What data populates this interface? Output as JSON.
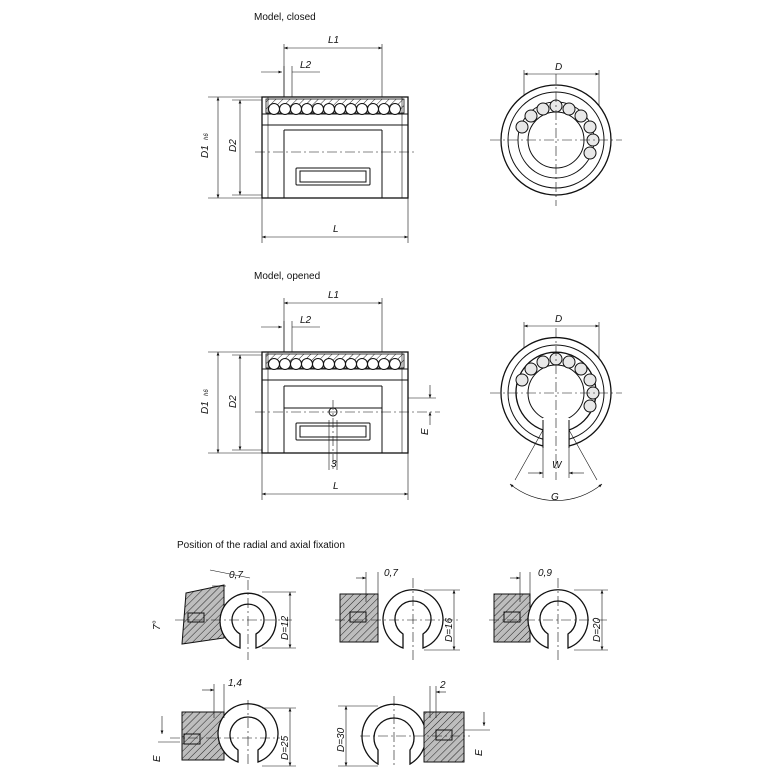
{
  "captions": {
    "closed": "Model, closed",
    "opened": "Model, opened",
    "fixation": "Position of the radial and axial fixation"
  },
  "dims": {
    "L1": "L1",
    "L2": "L2",
    "L": "L",
    "D1": "D1",
    "h6": "h6",
    "D2": "D2",
    "D": "D",
    "E": "E",
    "W": "W",
    "G": "G",
    "three": "3"
  },
  "fixation": {
    "d12": {
      "offset": "0,7",
      "angle": "7°",
      "label": "D=12"
    },
    "d16": {
      "offset": "0,7",
      "label": "D=16"
    },
    "d20": {
      "offset": "0,9",
      "label": "D=20"
    },
    "d25": {
      "offset": "1,4",
      "e": "E",
      "label": "D=25"
    },
    "d30": {
      "offset": "2",
      "e": "E",
      "label": "D=30"
    }
  }
}
